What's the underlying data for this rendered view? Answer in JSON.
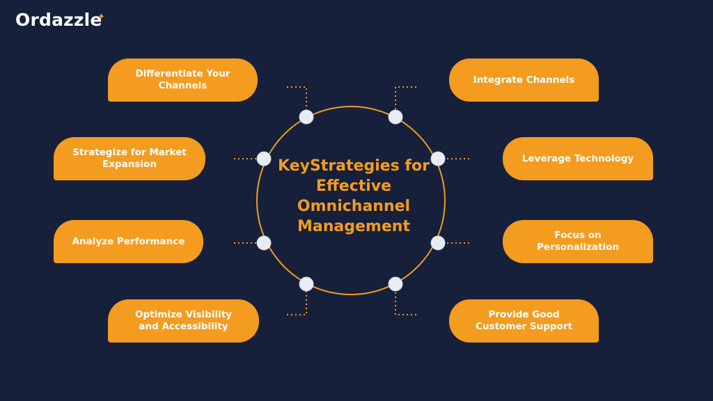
{
  "brand": {
    "name": "Ordazzle",
    "star": "✦"
  },
  "center": {
    "title": "KeyStrategies for Effective Omnichannel Management"
  },
  "strategies": {
    "differentiate": "Differentiate Your\nChannels",
    "strategize": "Strategize for Market\nExpansion",
    "analyze": "Analyze Performance",
    "optimize": "Optimize Visibility\nand Accessibility",
    "integrate": "Integrate Channels",
    "leverage": "Leverage Technology",
    "personalize": "Focus on Personalization",
    "support": "Provide Good\nCustomer Support"
  },
  "colors": {
    "background": "#16203b",
    "accent": "#f39c1f",
    "node": "#e8ecf4",
    "text": "#ffffff"
  }
}
